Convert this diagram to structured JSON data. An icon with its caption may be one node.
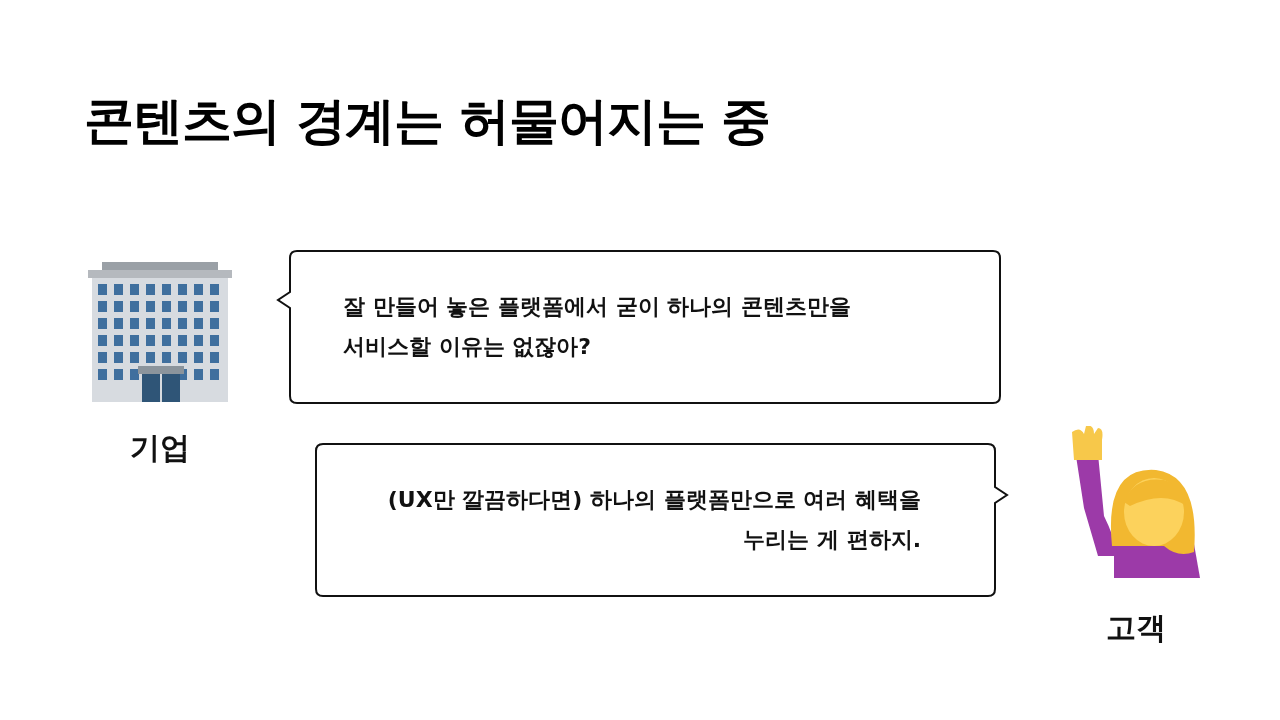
{
  "diagram": {
    "title": "콘텐츠의 경계는 허물어지는 중",
    "nodes": [
      {
        "text": [
          "기업"
        ]
      },
      {
        "text": [
          "잘 만들어 놓은 플랫폼에서 굳이 하나의 콘텐츠만을 서비스할 이유는 없잖아?"
        ]
      },
      {
        "text": [
          "(UX만 깔끔하다면) 하나의 플랫폼만으로 여러 혜택을 누리는 게 편하지."
        ]
      },
      {
        "text": [
          "고객"
        ]
      }
    ]
  }
}
